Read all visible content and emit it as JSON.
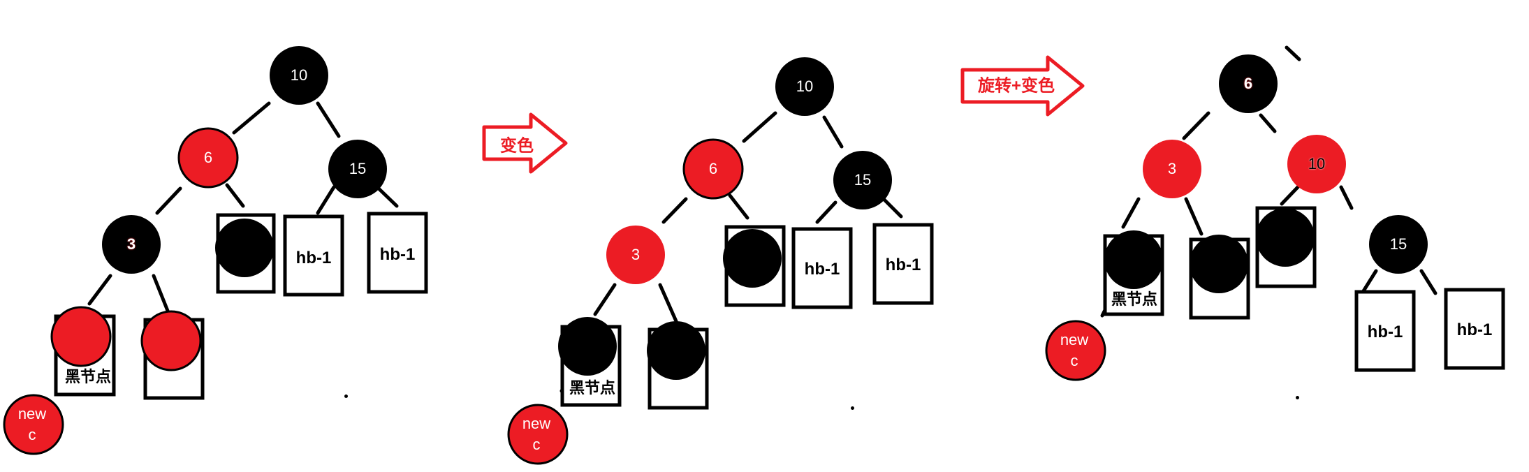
{
  "colors": {
    "black_node": "#000000",
    "red_node": "#ec1c24",
    "edge": "#000000",
    "label_red": "#ec1c24"
  },
  "arrows": [
    {
      "label": "变色"
    },
    {
      "label": "旋转+变色"
    }
  ],
  "trees": [
    {
      "nodes": {
        "n10": "10",
        "n6": "6",
        "n15": "15",
        "n3": "3",
        "hb_a": "hb-1",
        "hb_b": "hb-1",
        "black_node_label": "黑节点",
        "new_line1": "new",
        "new_line2": "c"
      },
      "node_colors": {
        "n10": "black",
        "n6": "red",
        "n15": "black",
        "n3": "black",
        "child_left": "red",
        "child_right": "red",
        "new_c": "red"
      }
    },
    {
      "nodes": {
        "n10": "10",
        "n6": "6",
        "n15": "15",
        "n3": "3",
        "hb_a": "hb-1",
        "hb_b": "hb-1",
        "black_node_label": "黑节点",
        "new_line1": "new",
        "new_line2": "c"
      },
      "node_colors": {
        "n10": "black",
        "n6": "red",
        "n15": "black",
        "n3": "red",
        "child_left": "black",
        "child_right": "black",
        "new_c": "red"
      }
    },
    {
      "nodes": {
        "n6": "6",
        "n3": "3",
        "n10": "10",
        "n15": "15",
        "hb_a": "hb-1",
        "hb_b": "hb-1",
        "black_node_label": "黑节点",
        "new_line1": "new",
        "new_line2": "c"
      },
      "node_colors": {
        "n6": "black",
        "n3": "red",
        "n10": "red",
        "n15": "black",
        "new_c": "red"
      }
    }
  ]
}
